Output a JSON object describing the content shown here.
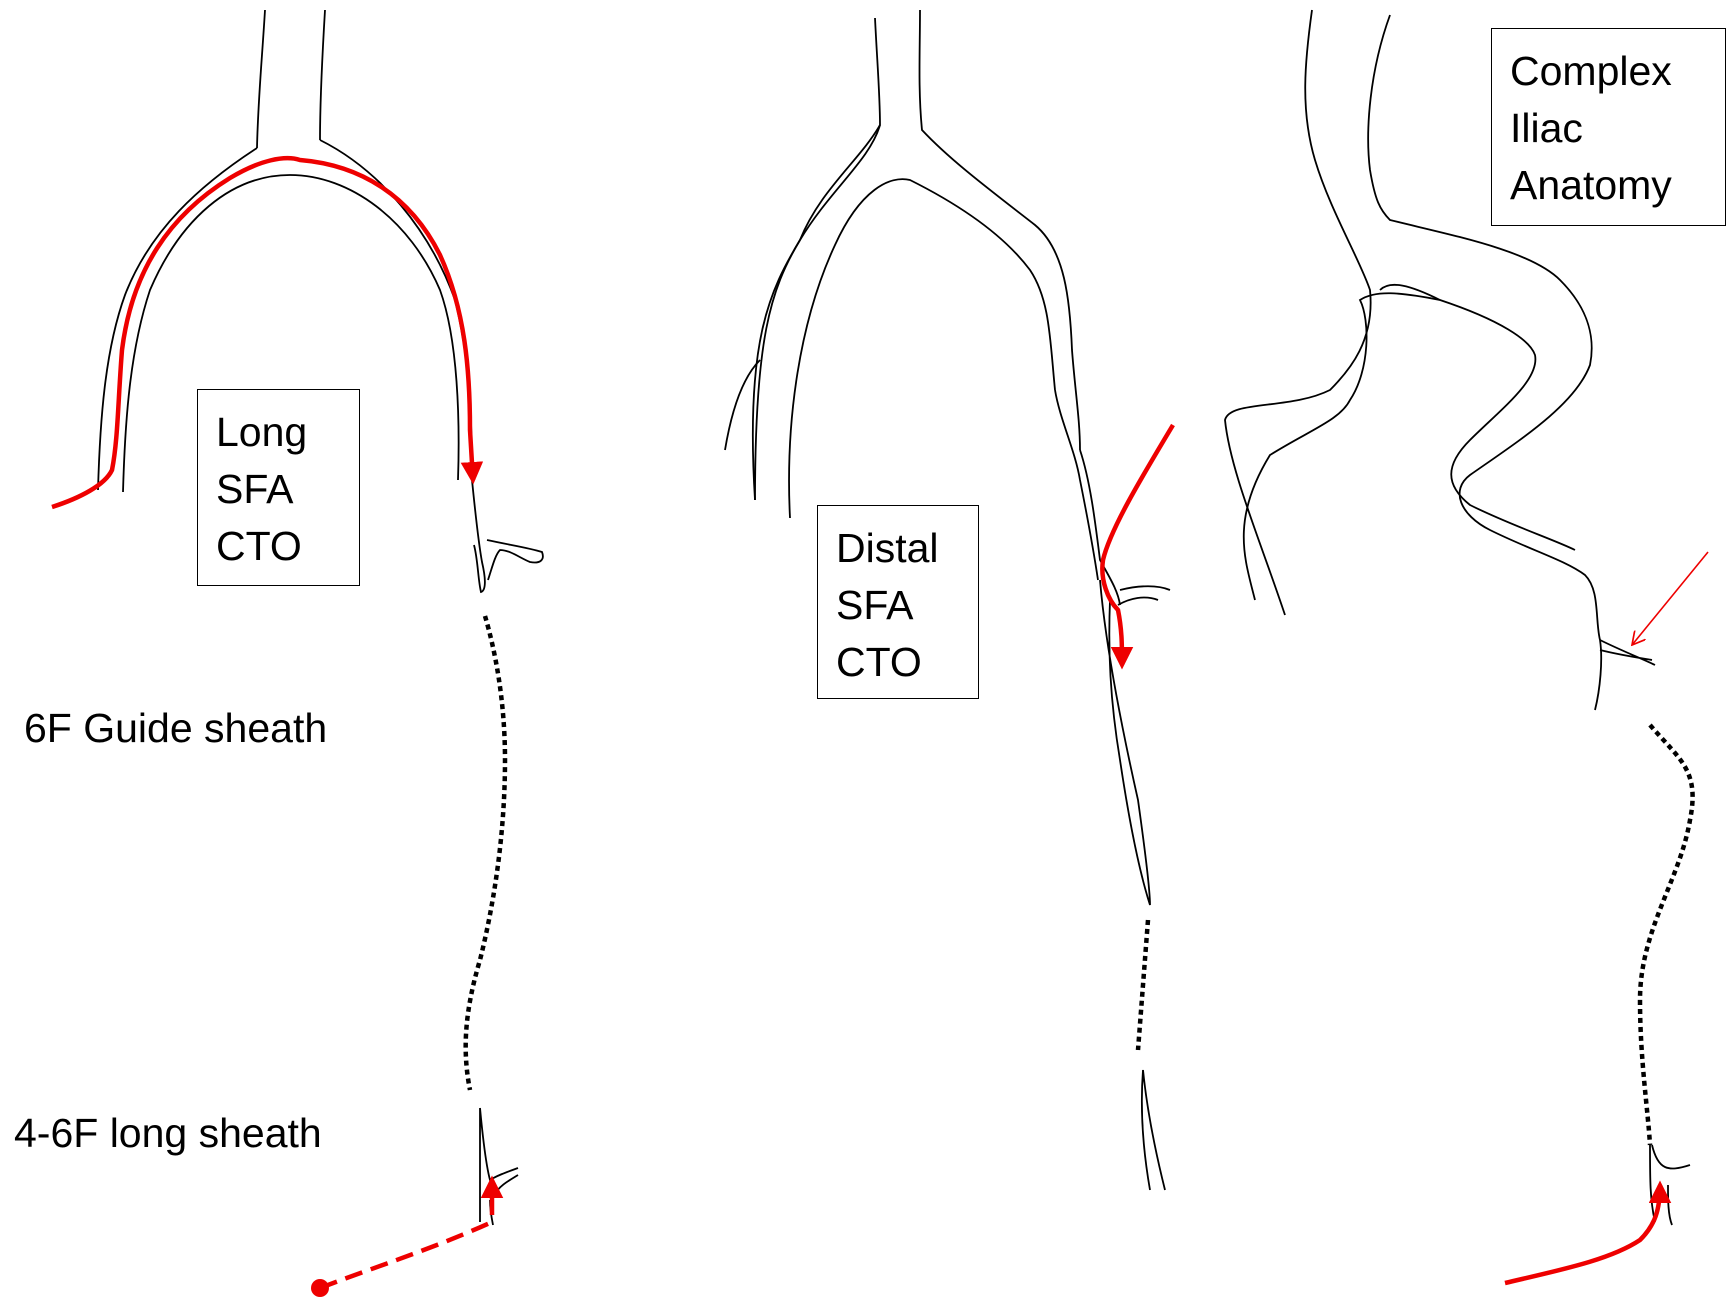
{
  "colors": {
    "vessel": "#000000",
    "wire": "#ee0000",
    "background": "#ffffff"
  },
  "panels": [
    {
      "label_lines": [
        "Long",
        "SFA",
        "CTO"
      ]
    },
    {
      "label_lines": [
        "Distal",
        "SFA",
        "CTO"
      ]
    },
    {
      "label_lines": [
        "Complex",
        "Iliac",
        "Anatomy"
      ]
    }
  ],
  "annotations": {
    "guide_sheath": "6F Guide sheath",
    "long_sheath": "4-6F long sheath"
  }
}
